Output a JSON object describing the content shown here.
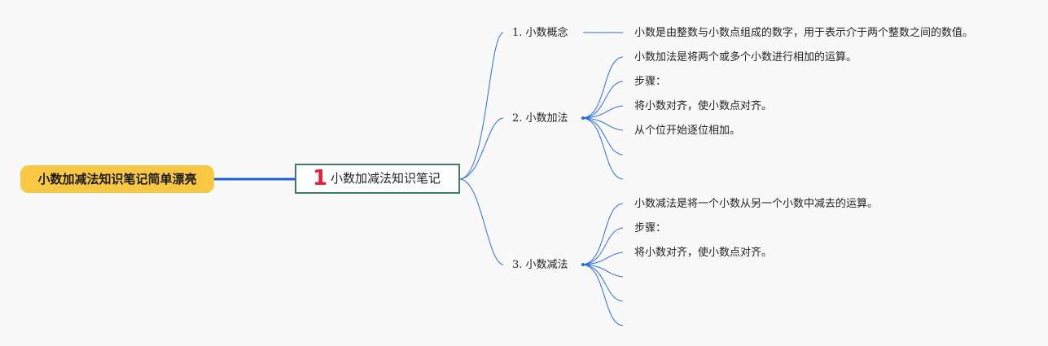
{
  "colors": {
    "background": "#f9f9f9",
    "root_fill": "#f8c744",
    "main_border": "#3c7e6a",
    "main_number": "#e0223d",
    "root_link": "#1f5fd6",
    "branch_link": "#2a6de0"
  },
  "root": {
    "label": "小数加减法知识笔记简单漂亮"
  },
  "main": {
    "number": "1",
    "label": "小数加减法知识笔记"
  },
  "topics": [
    {
      "label": "1. 小数概念",
      "leaves": [
        "小数是由整数与小数点组成的数字，用于表示介于两个整数之间的数值。"
      ]
    },
    {
      "label": "2. 小数加法",
      "leaves": [
        "小数加法是将两个或多个小数进行相加的运算。",
        "步骤：",
        "将小数对齐，使小数点对齐。",
        "从个位开始逐位相加。",
        "",
        ""
      ]
    },
    {
      "label": "3. 小数减法",
      "leaves": [
        "小数减法是将一个小数从另一个小数中减去的运算。",
        "步骤：",
        "将小数对齐，使小数点对齐。",
        "",
        "",
        ""
      ]
    }
  ]
}
